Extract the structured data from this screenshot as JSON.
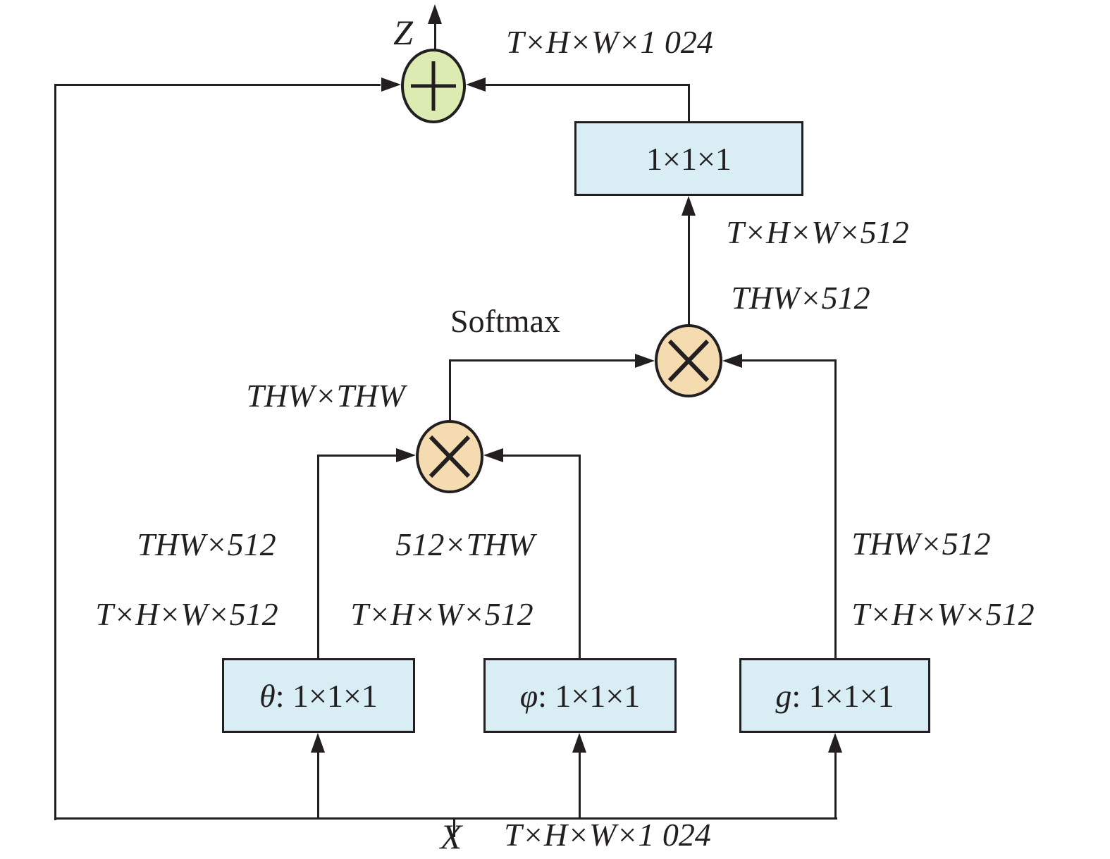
{
  "colors": {
    "background": "#ffffff",
    "stroke": "#231f20",
    "conv_box_fill": "#d8edf4",
    "sum_node_fill": "#dcebb2",
    "matmul_node_fill": "#f5dcb0"
  },
  "output": {
    "symbol": "Z",
    "dim": "T×H×W×1 024"
  },
  "input": {
    "symbol": "X",
    "dim": "T×H×W×1 024"
  },
  "top_branch": {
    "conv_label": "1×1×1",
    "dim_4d": "T×H×W×512",
    "dim_flat": "THW×512"
  },
  "attention": {
    "softmax_label": "Softmax",
    "dim_matrix": "THW×THW"
  },
  "theta_branch": {
    "box_symbol": "θ",
    "box_label": ": 1×1×1",
    "dim_flat": "THW×512",
    "dim_4d": "T×H×W×512"
  },
  "phi_branch": {
    "box_symbol": "φ",
    "box_label": ": 1×1×1",
    "dim_flat": "512×THW",
    "dim_4d": "T×H×W×512"
  },
  "g_branch": {
    "box_symbol": "g",
    "box_label": ": 1×1×1",
    "dim_flat": "THW×512",
    "dim_4d": "T×H×W×512"
  }
}
